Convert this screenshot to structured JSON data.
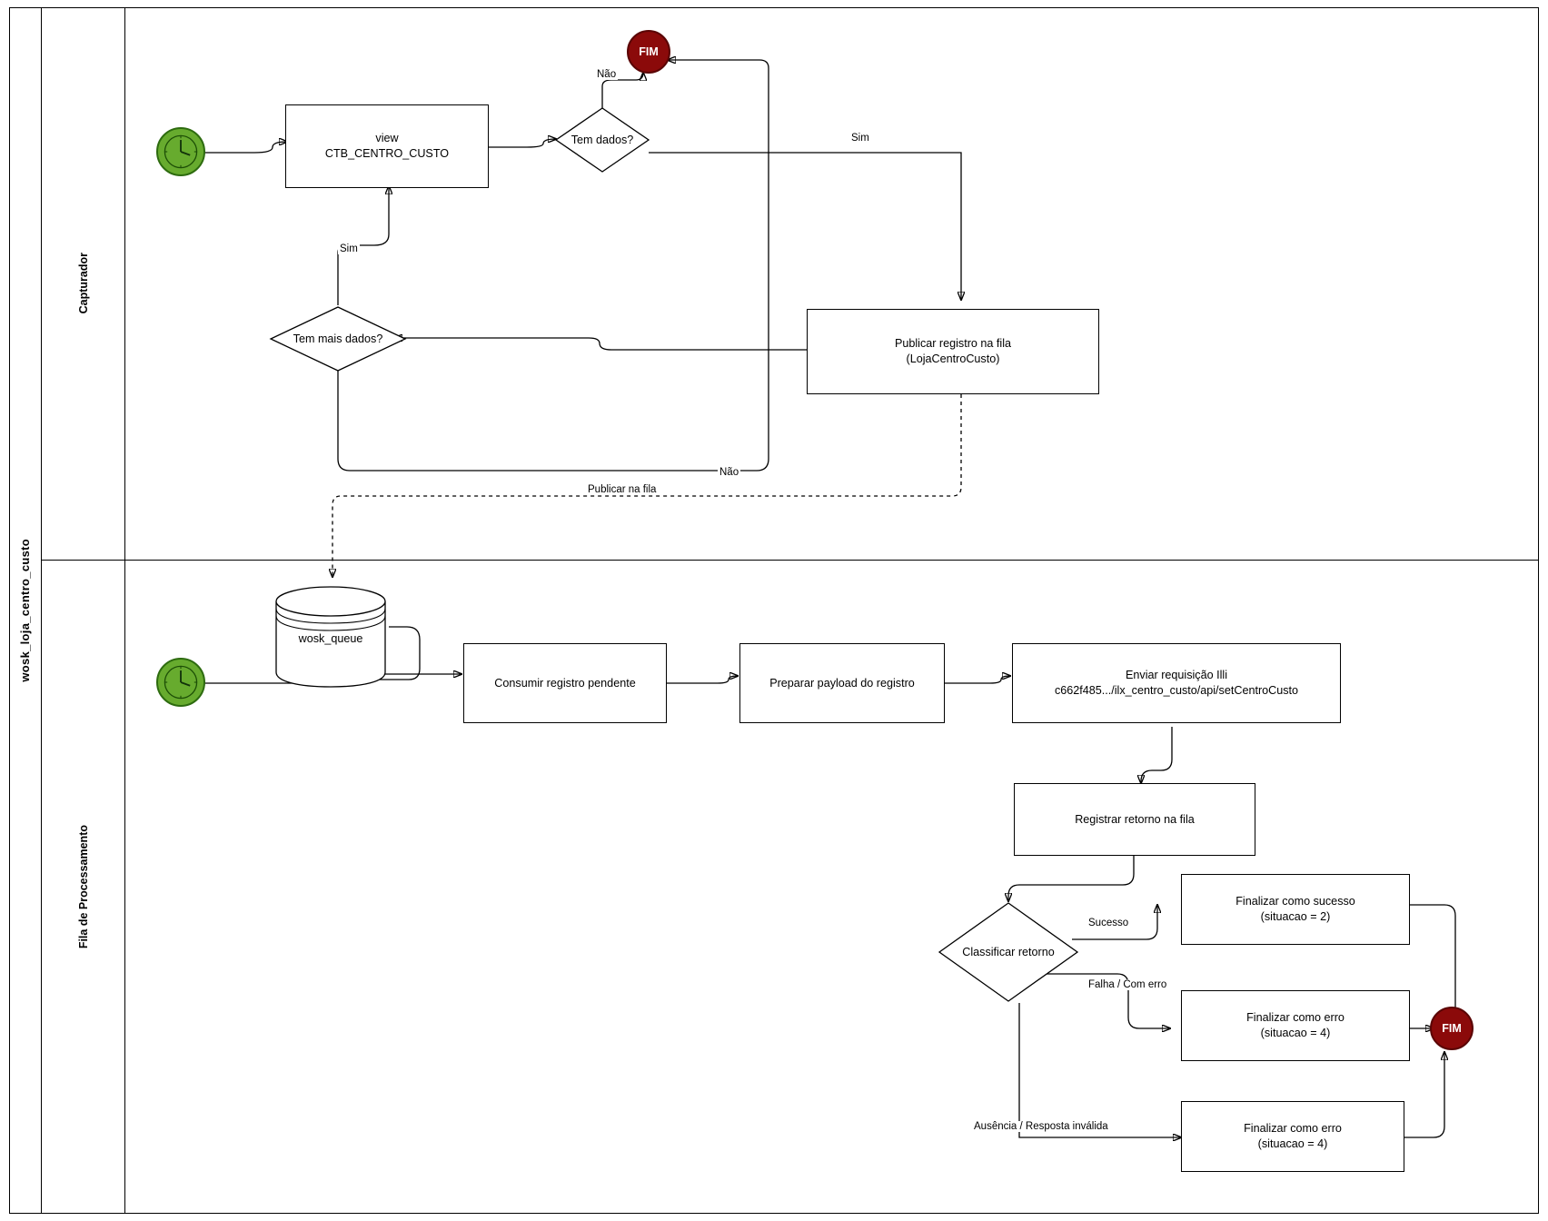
{
  "diagram": {
    "type": "bpmn-flowchart",
    "pool_title": "wosk_loja_centro_custo",
    "lanes": [
      {
        "id": "capturador",
        "label": "Capturador"
      },
      {
        "id": "fila",
        "label": "Fila de Processamento"
      }
    ]
  },
  "capturador": {
    "start_event": {
      "name": "timer-start-event",
      "icon": "clock-icon",
      "label": ""
    },
    "view_task": {
      "line1": "view",
      "line2": "CTB_CENTRO_CUSTO"
    },
    "gateway_tem_dados": {
      "label": "Tem dados?"
    },
    "gateway_tem_mais_dados": {
      "label": "Tem mais dados?"
    },
    "publish_task": {
      "line1": "Publicar registro na fila",
      "line2": "(LojaCentroCusto)"
    },
    "end_event": {
      "label": "FIM"
    },
    "edge_labels": {
      "nao_to_end": "Não",
      "sim_to_publish": "Sim",
      "sim_loop_back": "Sim",
      "nao_loop_end": "Não",
      "publicar_na_fila": "Publicar na fila"
    }
  },
  "fila": {
    "start_event": {
      "name": "timer-start-event",
      "icon": "clock-icon",
      "label": ""
    },
    "queue_store": {
      "label": "wosk_queue"
    },
    "task_consumir": {
      "line1": "Consumir registro pendente",
      "line2": ""
    },
    "task_preparar": {
      "line1": "Preparar payload do registro",
      "line2": ""
    },
    "task_enviar": {
      "line1": "Enviar requisição Illi",
      "line2": "c662f485.../ilx_centro_custo/api/setCentroCusto"
    },
    "task_registrar": {
      "line1": "Registrar retorno na fila",
      "line2": ""
    },
    "gateway_classificar": {
      "label": "Classificar retorno"
    },
    "task_sucesso": {
      "line1": "Finalizar como sucesso",
      "line2": "(situacao = 2)"
    },
    "task_erro1": {
      "line1": "Finalizar como erro",
      "line2": "(situacao = 4)"
    },
    "task_erro2": {
      "line1": "Finalizar como erro",
      "line2": "(situacao = 4)"
    },
    "end_event": {
      "label": "FIM"
    },
    "edge_labels": {
      "sucesso": "Sucesso",
      "falha": "Falha / Com erro",
      "ausencia": "Ausência / Resposta inválida"
    }
  },
  "colors": {
    "start_event_fill": "#67AB2E",
    "start_event_stroke": "#2D6B0F",
    "end_event_fill": "#8B0A0A",
    "end_event_stroke": "#5A0505",
    "node_stroke": "#000000",
    "node_fill": "#FFFFFF",
    "background": "#FFFFFF"
  }
}
